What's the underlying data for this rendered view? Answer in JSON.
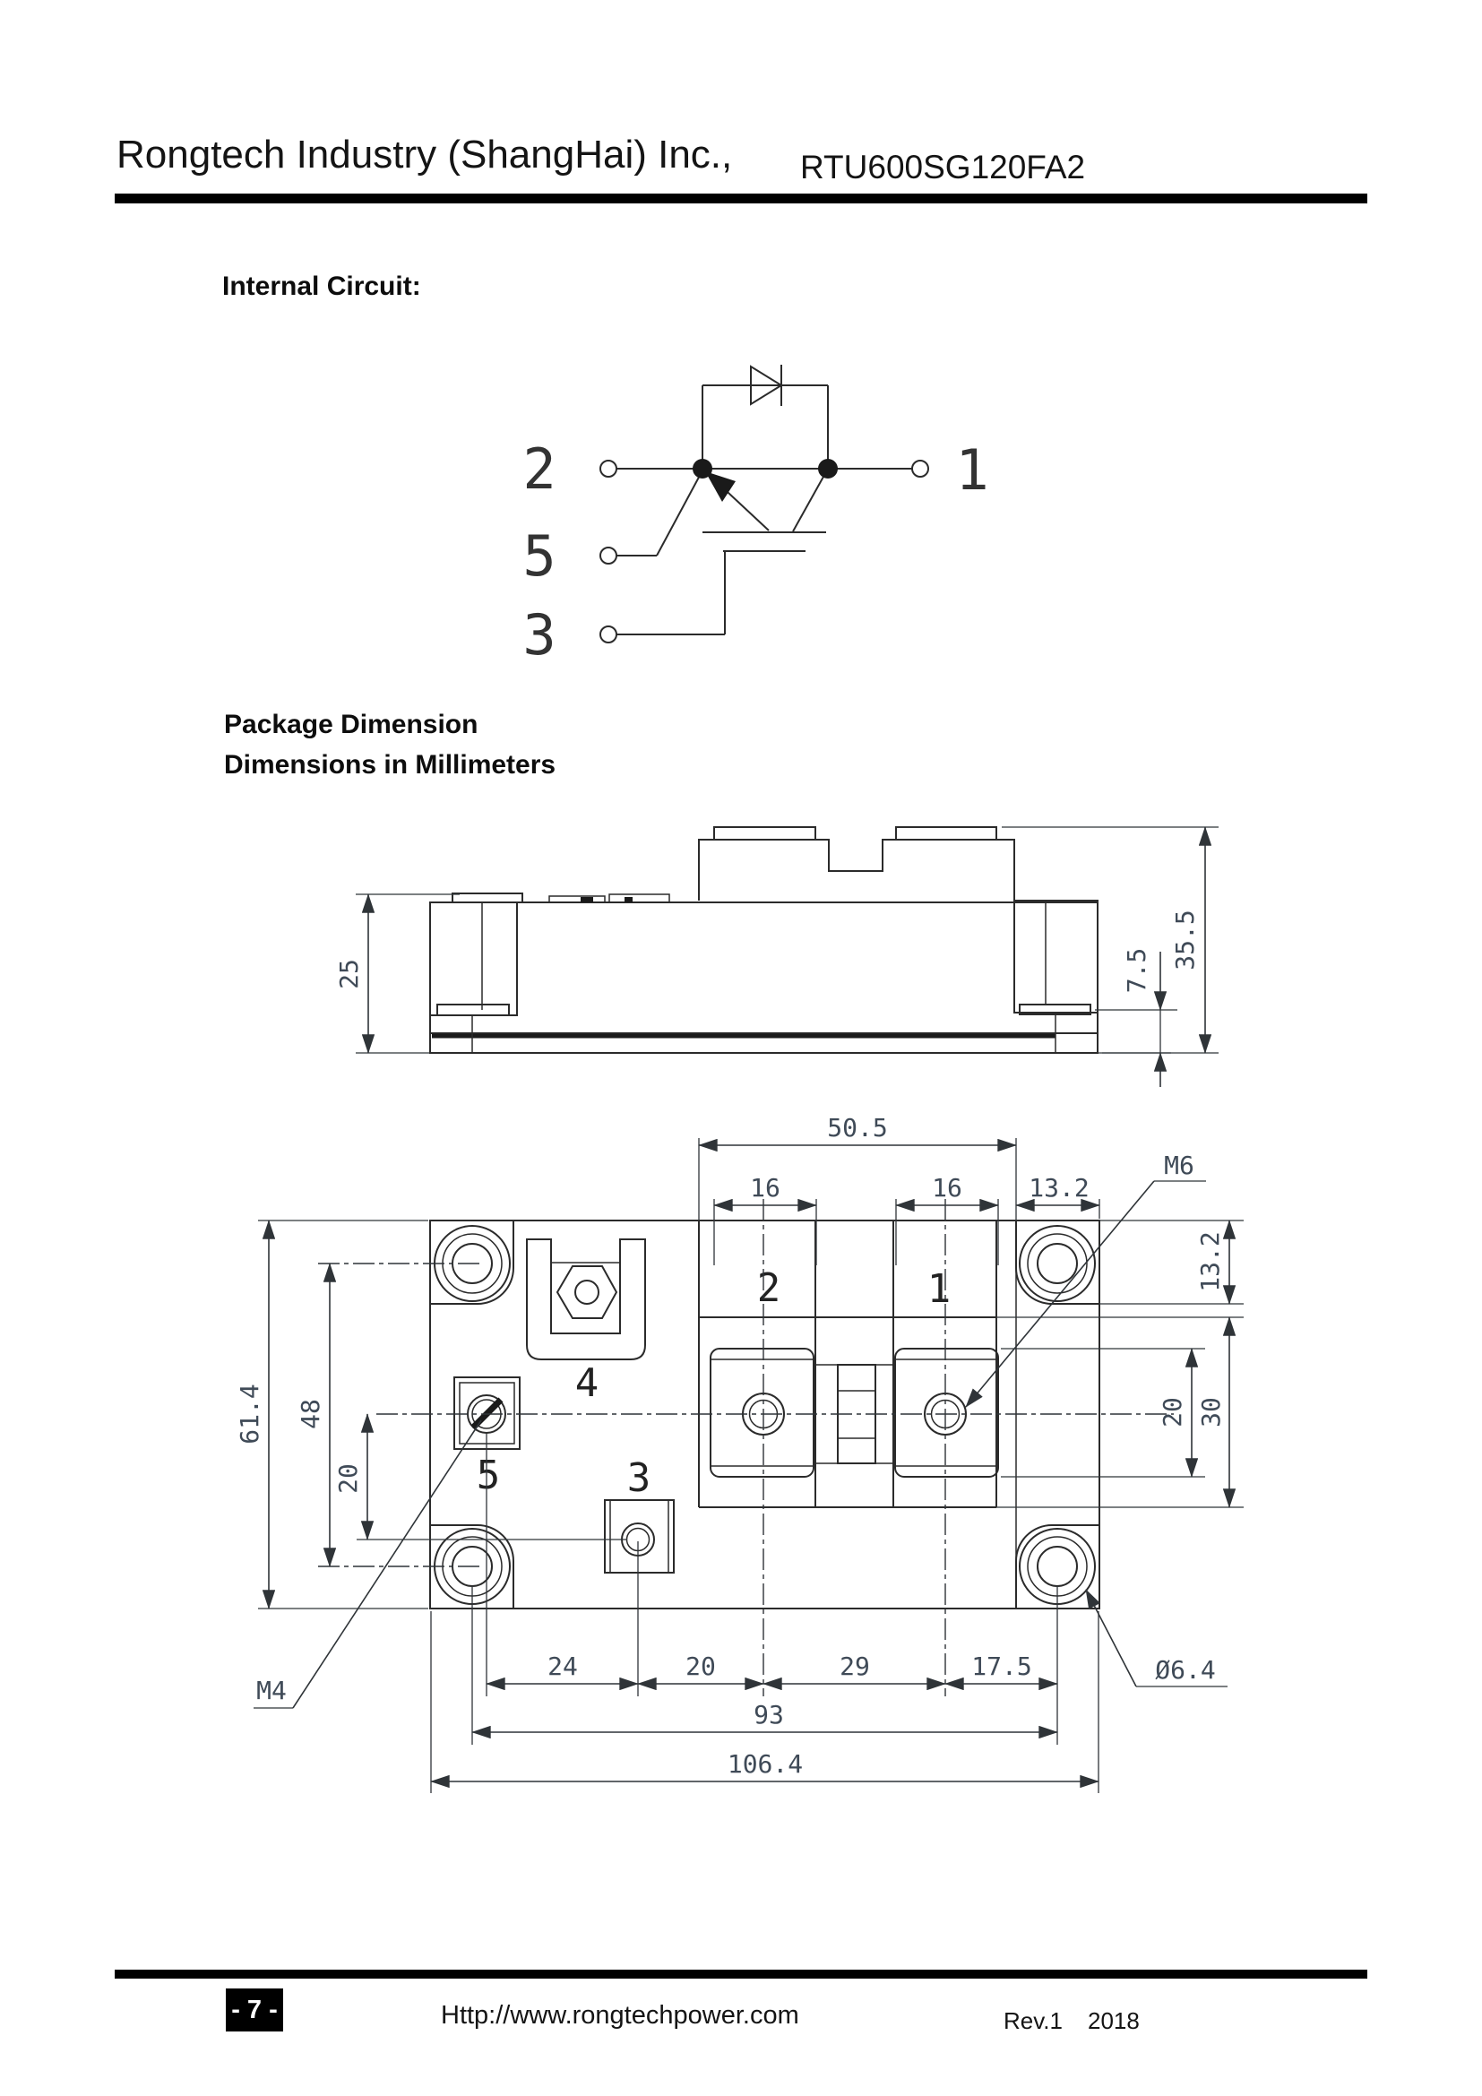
{
  "header": {
    "company": "Rongtech Industry (ShangHai) Inc.,",
    "part_number": "RTU600SG120FA2"
  },
  "sections": {
    "internal_circuit": "Internal Circuit:",
    "package_dimension": "Package Dimension",
    "dimensions_mm": "Dimensions in Millimeters"
  },
  "circuit": {
    "terminal_2": "2",
    "terminal_5": "5",
    "terminal_3": "3",
    "terminal_1": "1"
  },
  "side_view": {
    "dim_body_height": "25",
    "dim_total_height": "35.5",
    "dim_baseplate": "7.5"
  },
  "top_view": {
    "labels": {
      "t1": "1",
      "t2": "2",
      "t3": "3",
      "t4": "4",
      "t5": "5"
    },
    "dim_top_overall": "50.5",
    "dim_top_pitch_a": "16",
    "dim_top_pitch_b": "16",
    "dim_top_corner": "13.2",
    "dim_right_edge": "13.2",
    "dim_right_pad": "20",
    "dim_right_recess": "30",
    "dim_left_overall": "61.4",
    "dim_left_holes": "48",
    "dim_left_aux": "20",
    "dim_bot_a": "24",
    "dim_bot_b": "20",
    "dim_bot_c": "29",
    "dim_bot_d": "17.5",
    "dim_bot_holes": "93",
    "dim_bot_overall": "106.4",
    "callout_m6": "M6",
    "callout_m4": "M4",
    "callout_hole_dia": "Ø6.4"
  },
  "footer": {
    "page": "- 7 -",
    "url": "Http://www.rongtechpower.com",
    "revision": "Rev.1",
    "year": "2018"
  }
}
